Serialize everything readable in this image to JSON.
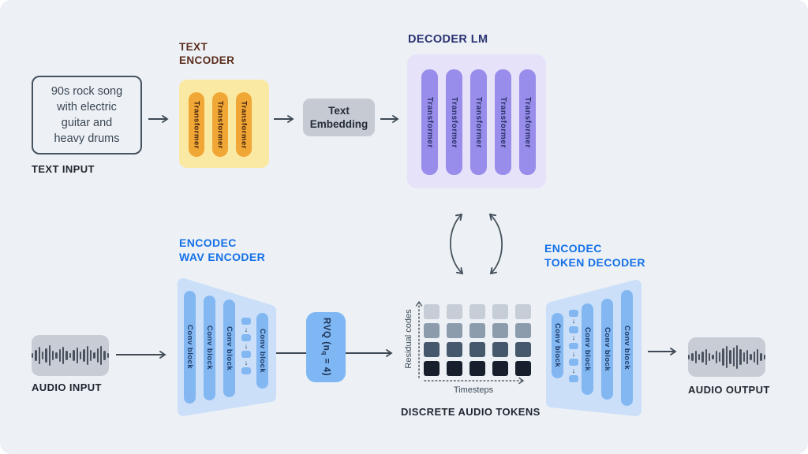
{
  "colors": {
    "canvas_bg": "#EDF1F5",
    "arrow": "#3E4955",
    "text_encoder_accent": "#F0A735",
    "text_encoder_bg": "#FAE9A2",
    "decoder_accent": "#988DEB",
    "decoder_bg": "#E6E2F9",
    "encodec_accent": "#82B7F2",
    "encodec_bg": "#CBDFF9",
    "gray_box": "#C6CBD3",
    "blue_label": "#1570E8",
    "maroon_label": "#5B2D1D",
    "navy_label": "#2A3273"
  },
  "text_input": {
    "content": "90s rock song\nwith electric\nguitar and\nheavy drums",
    "label": "TEXT INPUT"
  },
  "text_encoder": {
    "title": "TEXT\nENCODER",
    "bar_label": "Transformer",
    "bar_count": 3
  },
  "text_embedding": {
    "label": "Text\nEmbedding"
  },
  "decoder_lm": {
    "title": "DECODER LM",
    "bar_label": "Transformer",
    "bar_count": 5
  },
  "wav_encoder": {
    "title": "ENCODEC\nWAV ENCODER",
    "bar_label": "Conv block",
    "dots": {
      "pattern": [
        "sq",
        "ar",
        "sq",
        "ar",
        "sq",
        "ar",
        "sq"
      ],
      "arrow_glyph": "↓"
    }
  },
  "rvq": {
    "pre": "RVQ (n",
    "sub": "q",
    "post": " = 4)"
  },
  "tokens": {
    "label": "DISCRETE AUDIO TOKENS",
    "y_axis_label": "Residual codes",
    "x_axis_label": "Timesteps",
    "grid": {
      "cols": 5,
      "rows": 4,
      "row_colors": [
        "#C6CDD6",
        "#8C9CAD",
        "#46586C",
        "#161F2B"
      ]
    }
  },
  "token_decoder": {
    "title": "ENCODEC\nTOKEN DECODER",
    "bar_label": "Conv block",
    "dots": {
      "pattern": [
        "sq",
        "ar",
        "sq",
        "ar",
        "sq",
        "ar",
        "sq",
        "ar",
        "sq"
      ],
      "arrow_glyph": "↓"
    }
  },
  "audio_input": {
    "label": "AUDIO INPUT",
    "waveform": {
      "heights": [
        6,
        14,
        22,
        10,
        18,
        26,
        12,
        8,
        16,
        22,
        12,
        6,
        14,
        20,
        10,
        16,
        24,
        14,
        8,
        18,
        24,
        12,
        6
      ]
    }
  },
  "audio_output": {
    "label": "AUDIO OUTPUT",
    "waveform": {
      "heights": [
        6,
        10,
        16,
        8,
        14,
        20,
        10,
        6,
        16,
        12,
        22,
        28,
        18,
        24,
        30,
        20,
        12,
        18,
        8,
        14,
        20,
        10,
        6
      ]
    }
  }
}
